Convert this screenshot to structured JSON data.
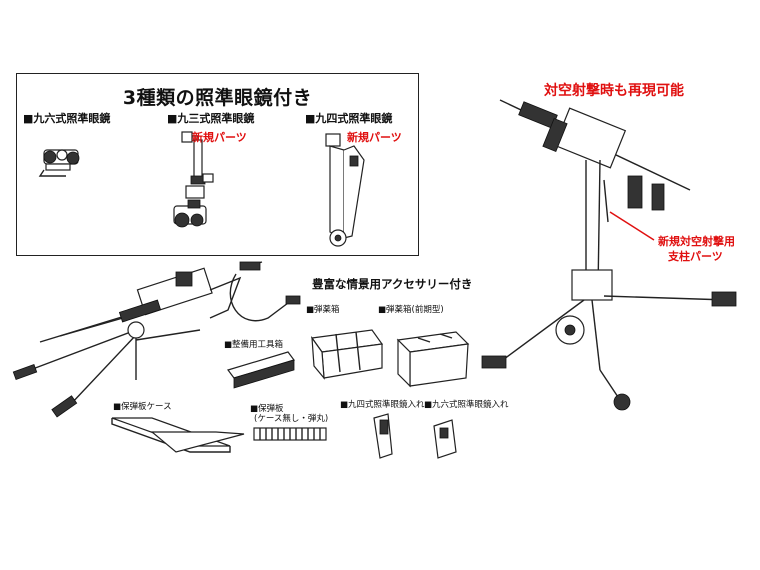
{
  "box": {
    "title": "3種類の照準眼鏡付き",
    "scopes": [
      {
        "label": "■九六式照準眼鏡",
        "badge": ""
      },
      {
        "label": "■九三式照準眼鏡",
        "badge": "新規パーツ"
      },
      {
        "label": "■九四式照準眼鏡",
        "badge": "新規パーツ"
      }
    ]
  },
  "antiair": {
    "headline": "対空射撃時も再現可能",
    "callout_line1": "新規対空射撃用",
    "callout_line2": "支柱パーツ"
  },
  "accessories": {
    "title": "豊富な情景用アクセサリー付き",
    "ammo_box": "■弾薬箱",
    "ammo_box_early": "■弾薬箱(前期型)",
    "tool_box": "■整備用工具箱",
    "clip_case": "■保弾板ケース",
    "clip_line1": "■保弾板",
    "clip_line2": "(ケース無し・弾丸)",
    "case94": "■九四式照準眼鏡入れ",
    "case96": "■九六式照準眼鏡入れ"
  }
}
